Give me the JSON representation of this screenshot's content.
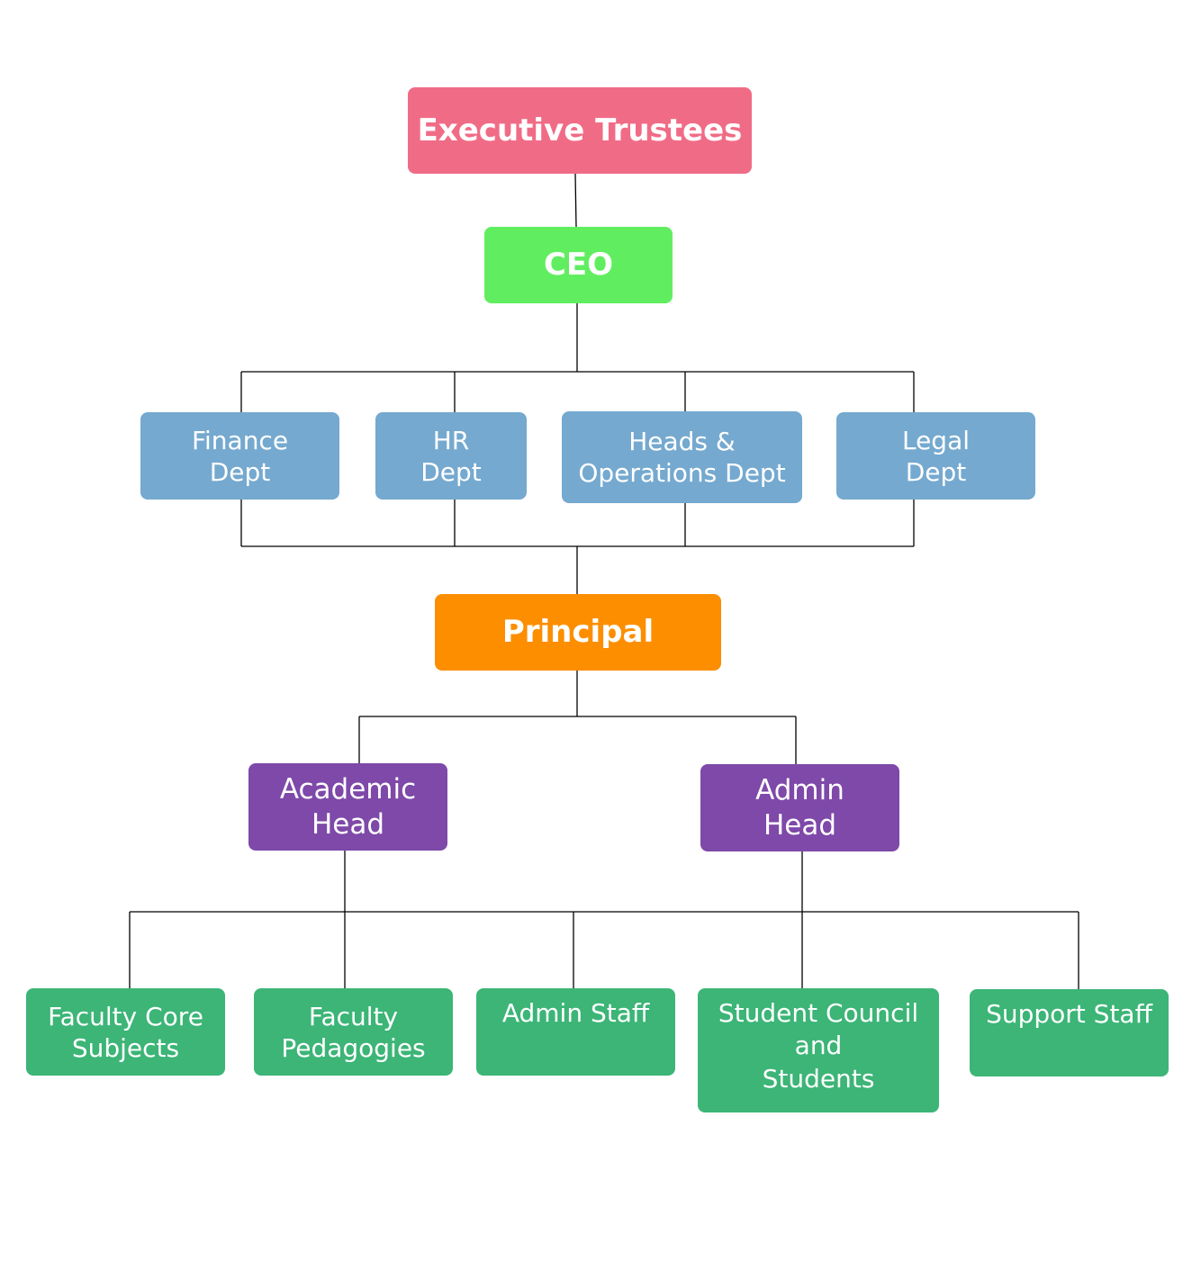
{
  "colors": {
    "trustees": "#F06C86",
    "ceo": "#60EE60",
    "department": "#75A9CF",
    "principal": "#FC8E00",
    "head": "#7E49A9",
    "staff": "#3CB577",
    "connector": "#000000"
  },
  "nodes": {
    "trustees": {
      "lines": [
        "Executive Trustees"
      ]
    },
    "ceo": {
      "lines": [
        "CEO"
      ]
    },
    "finance": {
      "lines": [
        "Finance",
        "Dept"
      ]
    },
    "hr": {
      "lines": [
        "HR",
        "Dept"
      ]
    },
    "heads_ops": {
      "lines": [
        "Heads &",
        "Operations Dept"
      ]
    },
    "legal": {
      "lines": [
        "Legal",
        "Dept"
      ]
    },
    "principal": {
      "lines": [
        "Principal"
      ]
    },
    "academic_head": {
      "lines": [
        "Academic",
        "Head"
      ]
    },
    "admin_head": {
      "lines": [
        "Admin",
        "Head"
      ]
    },
    "faculty_core": {
      "lines": [
        "Faculty Core",
        "Subjects"
      ]
    },
    "faculty_pedagogies": {
      "lines": [
        "Faculty",
        "Pedagogies"
      ]
    },
    "admin_staff": {
      "lines": [
        "Admin Staff"
      ]
    },
    "student_council": {
      "lines": [
        "Student Council",
        "and",
        "Students"
      ]
    },
    "support_staff": {
      "lines": [
        "Support Staff"
      ]
    }
  }
}
